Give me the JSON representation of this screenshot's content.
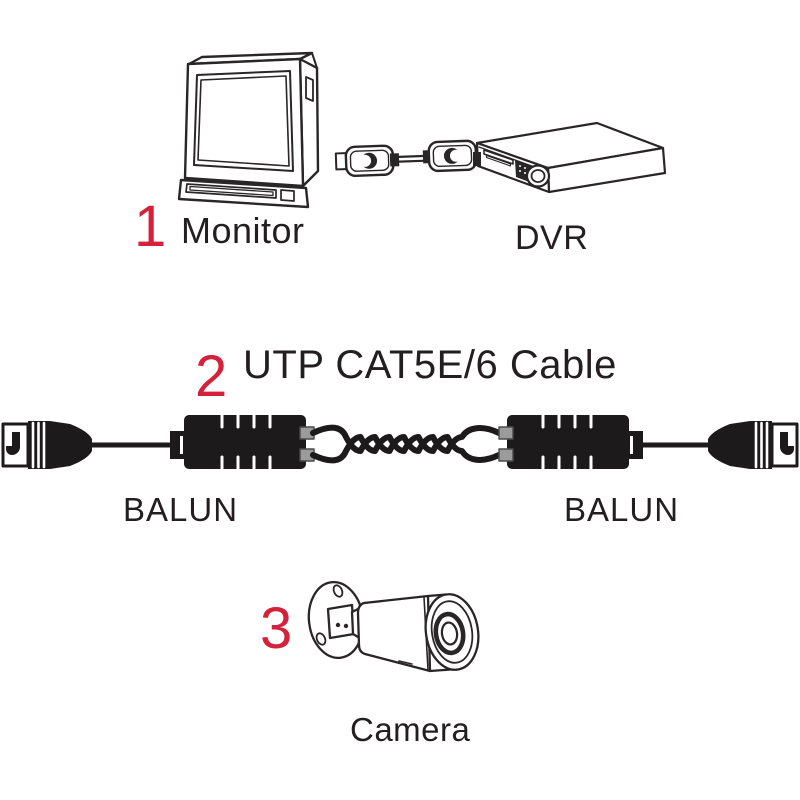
{
  "diagram": {
    "steps": [
      {
        "number": "1",
        "label": "Monitor"
      },
      {
        "number": "2",
        "label": "UTP CAT5E/6 Cable"
      },
      {
        "number": "3",
        "label": "Camera"
      }
    ],
    "devices": {
      "dvr": "DVR",
      "balun_left": "BALUN",
      "balun_right": "BALUN"
    }
  },
  "colors": {
    "accent": "#d32239",
    "ink": "#231f20"
  }
}
